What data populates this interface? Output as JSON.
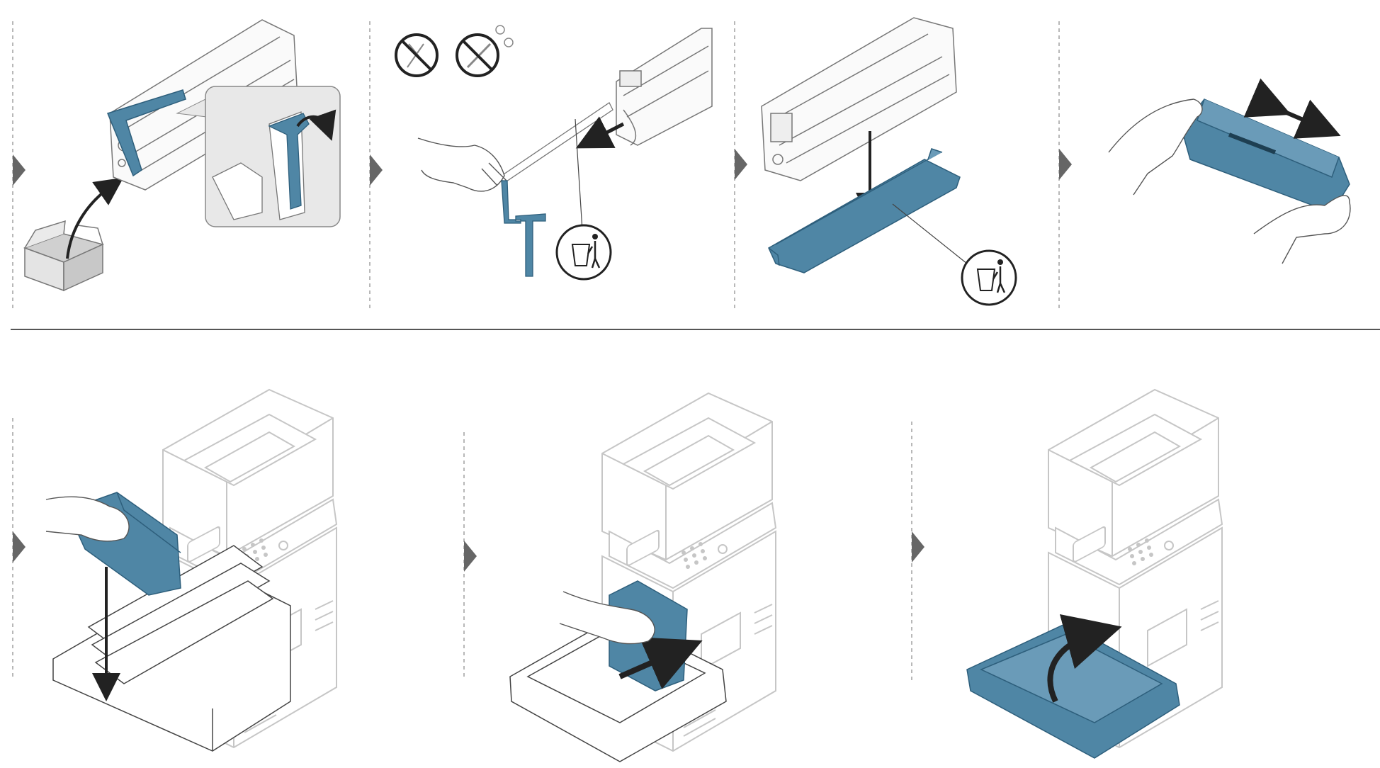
{
  "figure": {
    "kind": "replace-toner-cartridge-instructions",
    "accent_color": "#4f86a5",
    "accent_dark": "#2e5f7c",
    "line_color": "#9a9a9a",
    "divider_color": "#555555",
    "arrow_color": "#666666"
  },
  "top_row": {
    "steps": [
      {
        "id": "unpack",
        "icons": [
          "box-icon",
          "curved-arrow-icon",
          "zoom-callout"
        ]
      },
      {
        "id": "remove-sheet",
        "icons": [
          "no-scissors-icon",
          "no-sharp-tool-icon",
          "trash-bin-icon"
        ]
      },
      {
        "id": "remove-cover",
        "icons": [
          "down-arrow-icon",
          "trash-bin-icon"
        ]
      },
      {
        "id": "shake-cartridge",
        "icons": [
          "double-arrow-icon"
        ]
      }
    ]
  },
  "bottom_row": {
    "steps": [
      {
        "id": "insert-cartridge",
        "icons": [
          "down-arrow-icon"
        ]
      },
      {
        "id": "push-in",
        "icons": [
          "right-arrow-icon"
        ]
      },
      {
        "id": "close-door",
        "icons": [
          "curved-arrow-icon"
        ]
      }
    ]
  }
}
